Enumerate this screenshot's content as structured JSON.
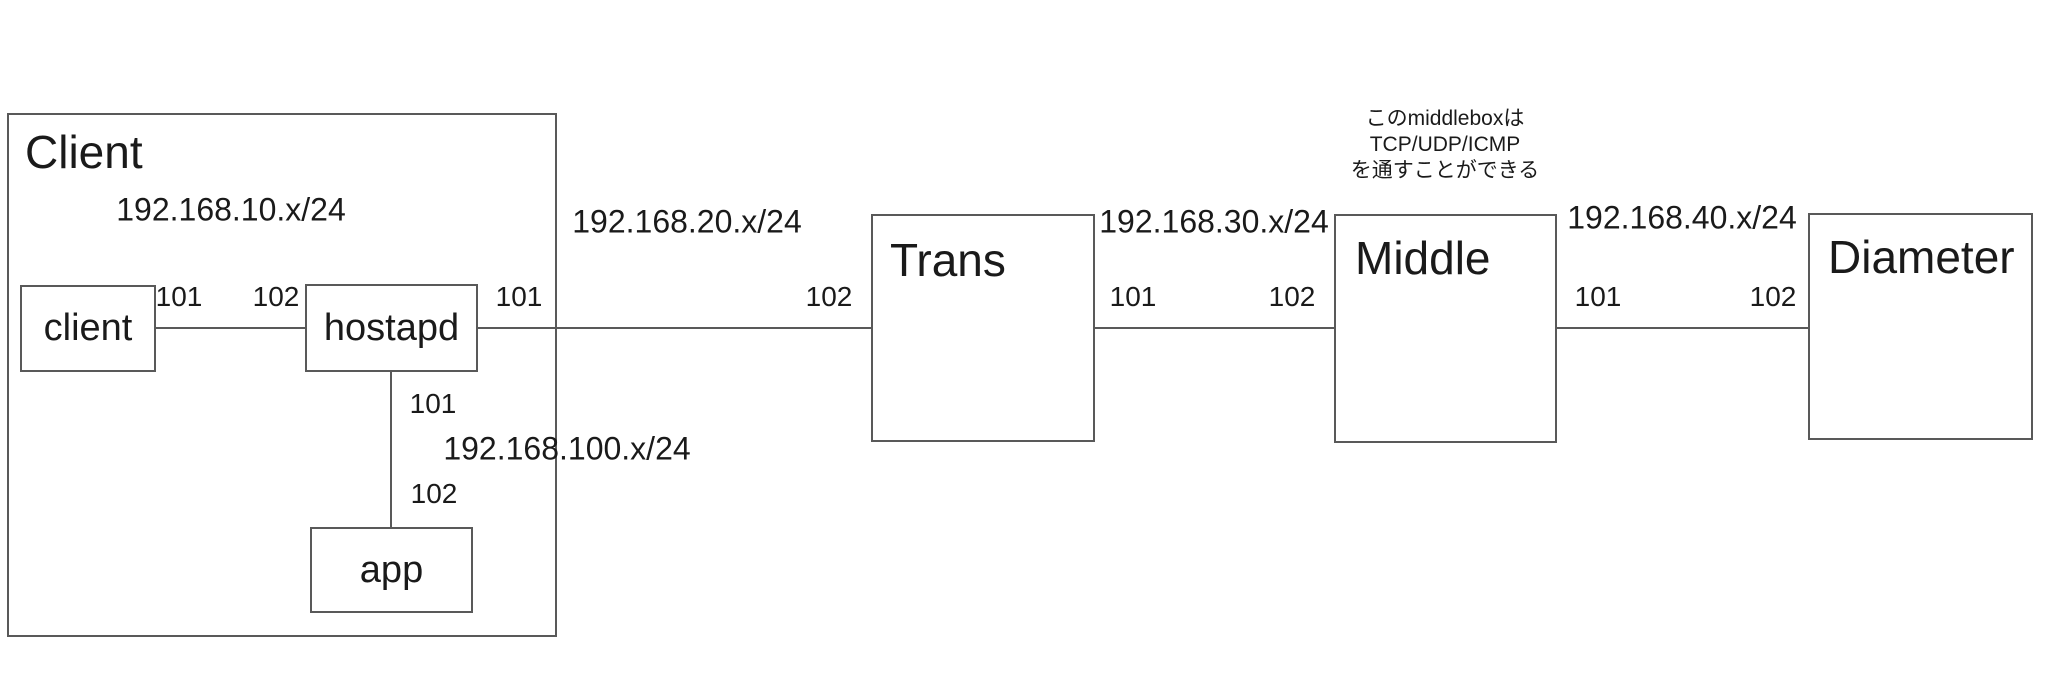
{
  "colors": {
    "border": "#595959",
    "text": "#1a1a1a",
    "background": "#ffffff"
  },
  "client_group": {
    "title": "Client"
  },
  "nodes": {
    "client": {
      "label": "client"
    },
    "hostapd": {
      "label": "hostapd"
    },
    "app": {
      "label": "app"
    },
    "trans": {
      "label": "Trans"
    },
    "middle": {
      "label": "Middle"
    },
    "diameter": {
      "label": "Diameter"
    }
  },
  "subnets": {
    "net10": {
      "label": "192.168.10.x/24"
    },
    "net20": {
      "label": "192.168.20.x/24"
    },
    "net30": {
      "label": "192.168.30.x/24"
    },
    "net40": {
      "label": "192.168.40.x/24"
    },
    "net100": {
      "label": "192.168.100.x/24"
    }
  },
  "ports": {
    "client_right": "101",
    "hostapd_left": "102",
    "hostapd_right": "101",
    "hostapd_bottom": "101",
    "app_top": "102",
    "trans_left": "102",
    "trans_right": "101",
    "middle_left": "102",
    "middle_right": "101",
    "diameter_left": "102"
  },
  "middlebox_note": {
    "line1": "このmiddleboxは",
    "line2": "TCP/UDP/ICMP",
    "line3": "を通すことができる"
  }
}
